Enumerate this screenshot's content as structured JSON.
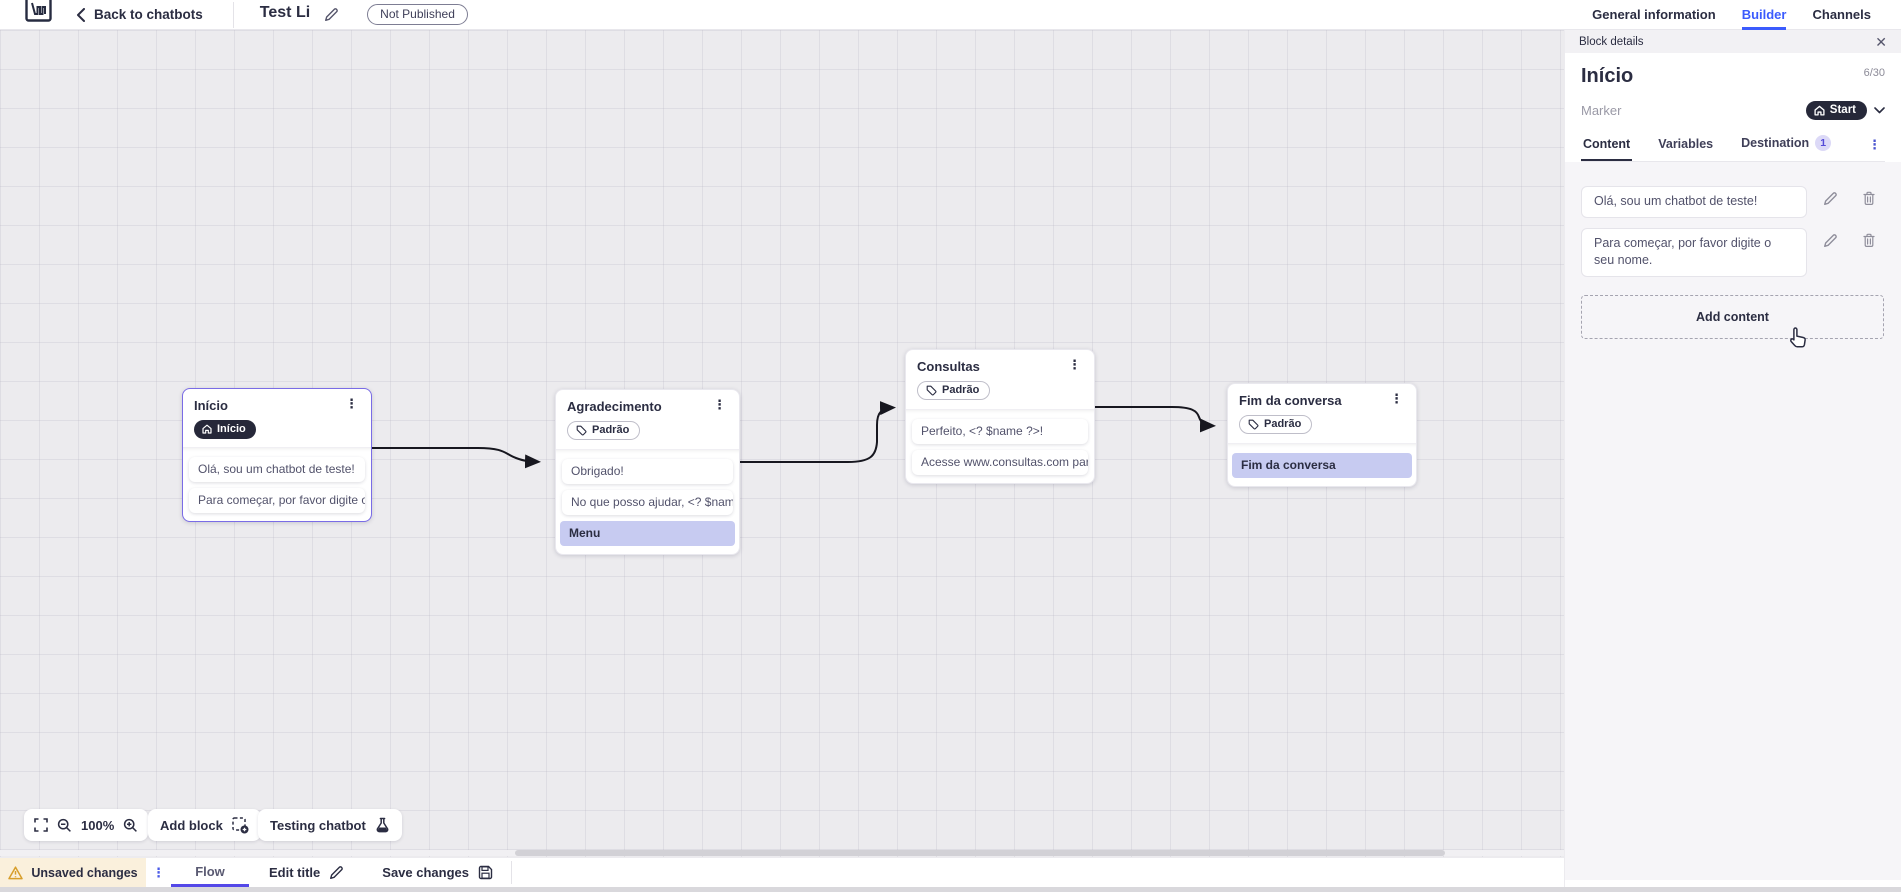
{
  "header": {
    "back_label": "Back to chatbots",
    "title": "Test Li",
    "status_badge": "Not Published",
    "tabs": [
      {
        "label": "General information",
        "active": false
      },
      {
        "label": "Builder",
        "active": true
      },
      {
        "label": "Channels",
        "active": false
      }
    ]
  },
  "panel": {
    "header_label": "Block details",
    "block_name": "Início",
    "char_counter": "6/30",
    "marker_label": "Marker",
    "marker_value": "Start",
    "tabs": [
      {
        "label": "Content",
        "active": true
      },
      {
        "label": "Variables",
        "active": false
      },
      {
        "label": "Destination",
        "active": false,
        "badge": "1"
      }
    ],
    "contents": [
      {
        "text": "Olá, sou um chatbot de teste!"
      },
      {
        "text": "Para começar, por favor digite o seu nome."
      }
    ],
    "add_content_label": "Add content"
  },
  "canvas": {
    "zoom_level": "100%",
    "add_block_label": "Add block",
    "testing_label": "Testing chatbot",
    "blocks": [
      {
        "title": "Início",
        "badge": "Início",
        "messages": [
          {
            "text": "Olá, sou um chatbot de teste!"
          },
          {
            "text": "Para começar, por favor digite o ..."
          }
        ]
      },
      {
        "title": "Agradecimento",
        "badge": "Padrão",
        "messages": [
          {
            "text": "Obrigado!"
          },
          {
            "text": "No que posso ajudar, <? $name ..."
          },
          {
            "text": "Menu",
            "highlight": true
          }
        ]
      },
      {
        "title": "Consultas",
        "badge": "Padrão",
        "messages": [
          {
            "text": "Perfeito, <? $name ?>!"
          },
          {
            "text": "Acesse www.consultas.com par..."
          }
        ]
      },
      {
        "title": "Fim da conversa",
        "badge": "Padrão",
        "messages": [
          {
            "text": "Fim da conversa",
            "highlight": true
          }
        ]
      }
    ]
  },
  "bottombar": {
    "unsaved_label": "Unsaved changes",
    "flow_tab_label": "Flow",
    "edit_title_label": "Edit title",
    "save_label": "Save changes"
  },
  "colors": {
    "accent_blue": "#3b5bfd",
    "accent_purple": "#5448e8",
    "selected_block_border": "#7a6ce6",
    "highlight_row": "#c7cbf1",
    "dark_pill": "#262839",
    "warning": "#d79e2b",
    "canvas_bg": "#ecebee"
  }
}
